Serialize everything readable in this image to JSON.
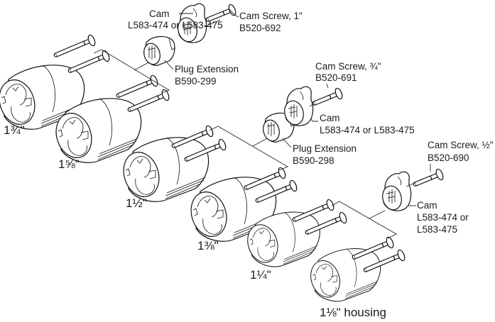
{
  "title": "Housing, plug extension, cam and cam screw exploded view",
  "housings": [
    {
      "size": "1¾\"",
      "suffix": ""
    },
    {
      "size": "1⅝\"",
      "suffix": ""
    },
    {
      "size": "1½\"",
      "suffix": ""
    },
    {
      "size": "1⅜\"",
      "suffix": ""
    },
    {
      "size": "1¼\"",
      "suffix": ""
    },
    {
      "size": "1⅛\"",
      "suffix": " housing"
    }
  ],
  "groups": [
    {
      "cam": {
        "title": "Cam",
        "part": "L583-474 or L583-475"
      },
      "screw": {
        "title": "Cam Screw, 1\"",
        "part": "B520-692"
      },
      "plug": {
        "title": "Plug Extension",
        "part": "B590-299"
      }
    },
    {
      "cam": {
        "title": "Cam",
        "part": "L583-474 or L583-475"
      },
      "screw": {
        "title": "Cam Screw, ¾\"",
        "part": "B520-691"
      },
      "plug": {
        "title": "Plug Extension",
        "part": "B590-298"
      }
    },
    {
      "cam": {
        "title": "Cam",
        "part_line1": "L583-474 or",
        "part_line2": "L583-475"
      },
      "screw": {
        "title": "Cam Screw, ½\"",
        "part": "B520-690"
      }
    }
  ]
}
